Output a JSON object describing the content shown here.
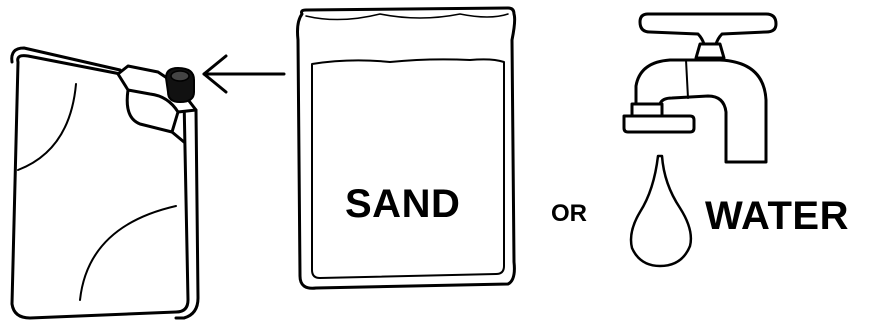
{
  "labels": {
    "sand": "SAND",
    "or": "OR",
    "water": "WATER"
  },
  "icons": {
    "canister": "jerry-can-icon",
    "arrow": "left-arrow-icon",
    "bag": "sandbag-icon",
    "tap": "water-tap-icon",
    "drop": "water-drop-icon"
  },
  "colors": {
    "stroke": "#000000",
    "background": "#ffffff"
  }
}
